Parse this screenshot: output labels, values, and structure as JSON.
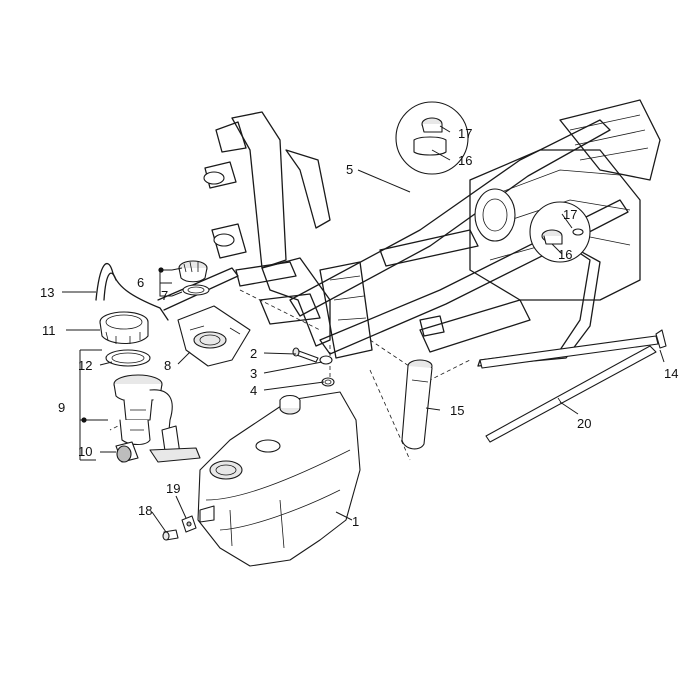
{
  "callouts": {
    "c1": "1",
    "c2": "2",
    "c3": "3",
    "c4": "4",
    "c5": "5",
    "c6": "6",
    "c7": "7",
    "c8": "8",
    "c9": "9",
    "c10": "10",
    "c11": "11",
    "c12": "12",
    "c13": "13",
    "c14": "14",
    "c15": "15",
    "c16a": "16",
    "c16b": "16",
    "c17a": "17",
    "c17b": "17",
    "c18": "18",
    "c19": "19",
    "c20": "20"
  },
  "colors": {
    "line": "#1a1a1a",
    "fill": "#ffffff",
    "shade": "#e8e8e8"
  }
}
